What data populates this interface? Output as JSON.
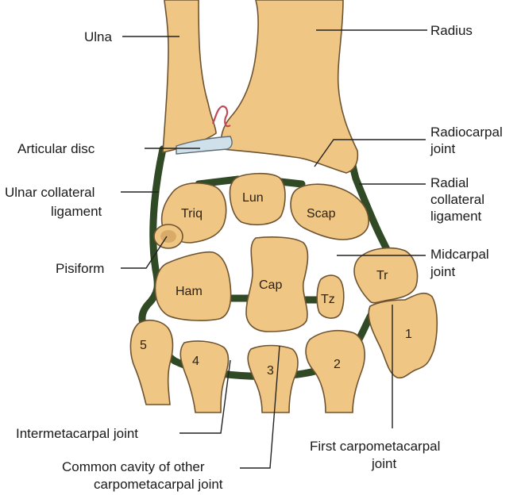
{
  "labels": {
    "ulna": "Ulna",
    "radius": "Radius",
    "articular_disc": "Articular disc",
    "radiocarpal_joint": [
      "Radiocarpal",
      "joint"
    ],
    "ulnar_collateral": [
      "Ulnar collateral",
      "ligament"
    ],
    "radial_collateral": [
      "Radial",
      "collateral",
      "ligament"
    ],
    "pisiform": "Pisiform",
    "midcarpal_joint": [
      "Midcarpal",
      "joint"
    ],
    "intermetacarpal_joint": "Intermetacarpal joint",
    "first_cmc_joint": [
      "First carpometacarpal",
      "joint"
    ],
    "common_cavity": [
      "Common cavity of other",
      "carpometacarpal joint"
    ]
  },
  "bones": {
    "triq": "Triq",
    "lun": "Lun",
    "scap": "Scap",
    "ham": "Ham",
    "cap": "Cap",
    "tz": "Tz",
    "tr": "Tr",
    "m1": "1",
    "m2": "2",
    "m3": "3",
    "m4": "4",
    "m5": "5"
  },
  "colors": {
    "bone": "#f0c685",
    "ligament": "#2f4a25",
    "disc": "#cfe0ea",
    "synovial_fold": "#c04a5a"
  }
}
